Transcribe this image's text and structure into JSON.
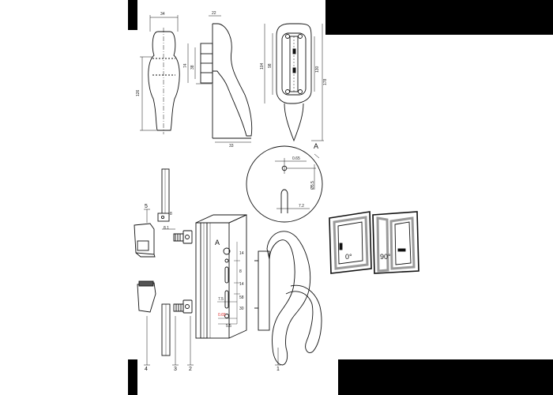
{
  "colors": {
    "background": "#ffffff",
    "line": "#111111",
    "blocks": "#000000",
    "highlight": "#dd2222",
    "frame_grey": "#9a9a9a"
  },
  "top_views": {
    "front": {
      "width": "34",
      "height": "126"
    },
    "side": {
      "top_offset": "22",
      "inner": "38",
      "body": "74",
      "bottom": "33"
    },
    "back": {
      "inner1": "98",
      "inner2": "104",
      "outer1": "130",
      "outer2": "178"
    }
  },
  "detail": {
    "title": "A",
    "d1": "0.65",
    "d2": "Ø5.5",
    "d3": "7.2"
  },
  "parts": {
    "p1": "1",
    "p2": "2",
    "p3": "3",
    "p4": "4",
    "p5": "5",
    "dim_a": "8.1",
    "dim_b": "8"
  },
  "profile": {
    "label": "A",
    "d1": "14",
    "d2": "8",
    "d3": "14",
    "d4": "58",
    "d5": "30",
    "d6": "7.5",
    "d7": "0.65",
    "d8": "5.5"
  },
  "windows": {
    "closed": "0°",
    "open": "90°"
  }
}
